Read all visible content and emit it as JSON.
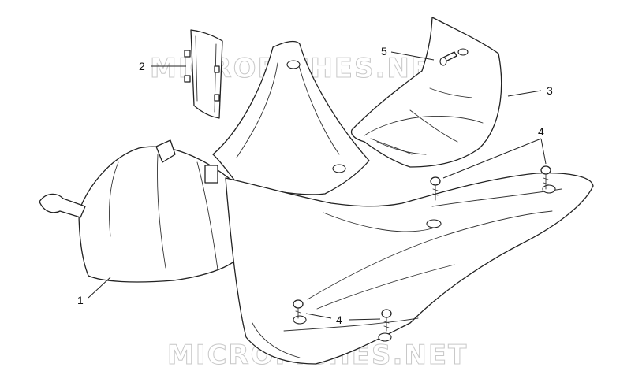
{
  "watermark": {
    "top_text": "MICROFICHES.NET",
    "bottom_text": "MICROFICHES.NET"
  },
  "callouts": [
    {
      "id": "1",
      "label": "1"
    },
    {
      "id": "2",
      "label": "2"
    },
    {
      "id": "3",
      "label": "3"
    },
    {
      "id": "4a",
      "label": "4"
    },
    {
      "id": "4b",
      "label": "4"
    },
    {
      "id": "5",
      "label": "5"
    }
  ]
}
